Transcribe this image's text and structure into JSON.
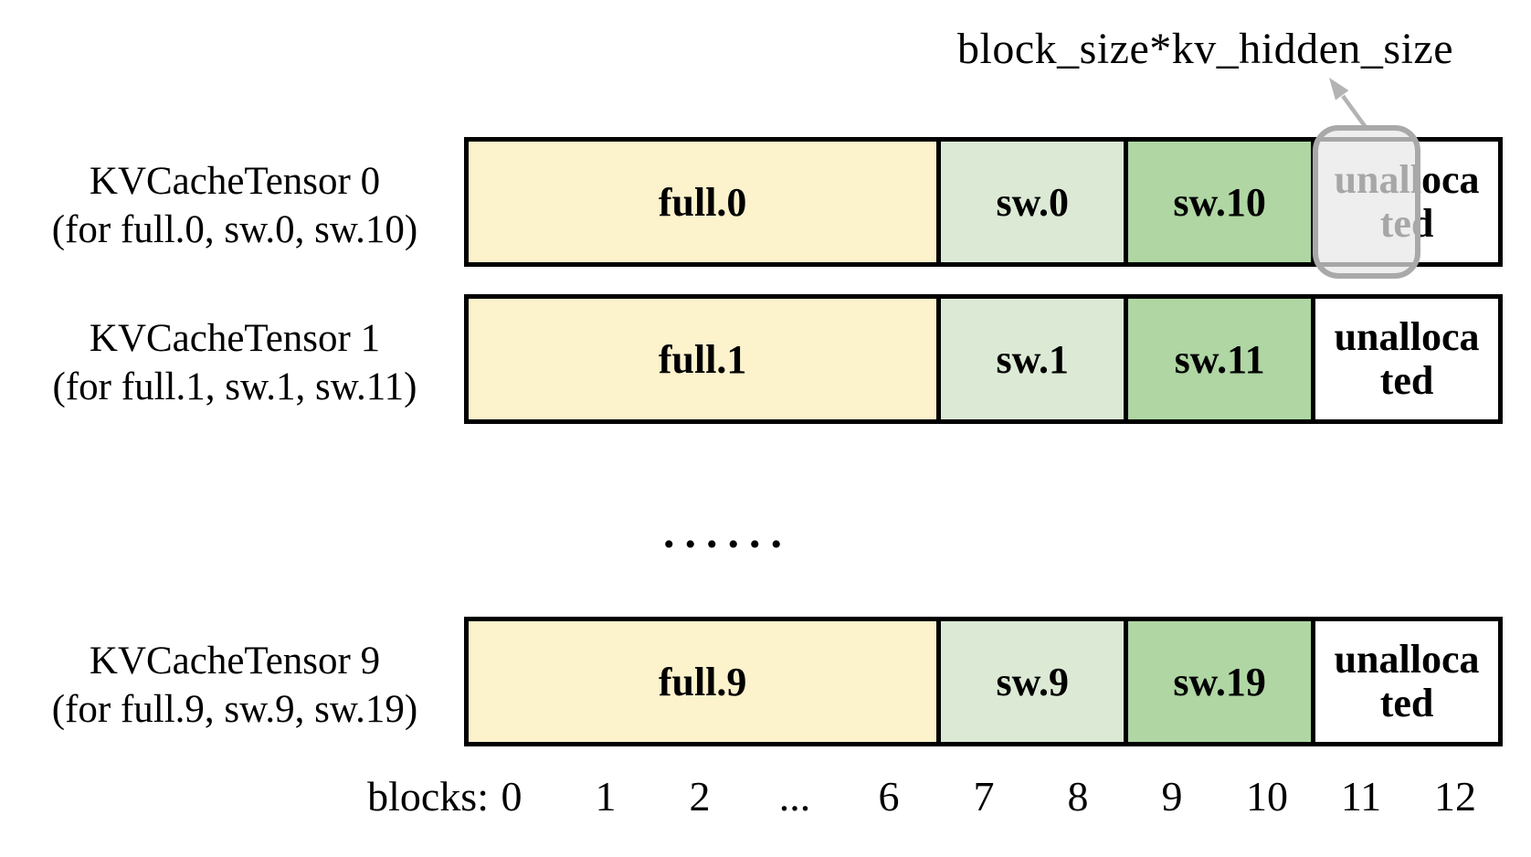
{
  "annotation": {
    "label": "block_size*kv_hidden_size"
  },
  "rows": [
    {
      "title": "KVCacheTensor 0",
      "subtitle": "(for full.0, sw.0, sw.10)",
      "segments": {
        "full": "full.0",
        "sw": "sw.0",
        "sw2": "sw.10",
        "unallocated": "unalloca\nted"
      },
      "highlighted": true
    },
    {
      "title": "KVCacheTensor 1",
      "subtitle": "(for full.1, sw.1, sw.11)",
      "segments": {
        "full": "full.1",
        "sw": "sw.1",
        "sw2": "sw.11",
        "unallocated": "unalloca\nted"
      },
      "highlighted": false
    },
    {
      "title": "KVCacheTensor 9",
      "subtitle": "(for full.9, sw.9, sw.19)",
      "segments": {
        "full": "full.9",
        "sw": "sw.9",
        "sw2": "sw.19",
        "unallocated": "unalloca\nted"
      },
      "highlighted": false
    }
  ],
  "ellipsis": "......",
  "axis": {
    "label": "blocks:",
    "ticks": [
      "0",
      "1",
      "2",
      "...",
      "6",
      "7",
      "8",
      "9",
      "10",
      "11",
      "12"
    ]
  },
  "colors": {
    "full-fill": "#FCF2CC",
    "sw-fill": "#DCEAD5",
    "sw2-fill": "#AFD6A3",
    "border": "#000000",
    "highlight-border": "#A9A9A9",
    "highlight-fill": "rgba(231,231,231,0.72)",
    "arrow": "#B3B3B3"
  }
}
